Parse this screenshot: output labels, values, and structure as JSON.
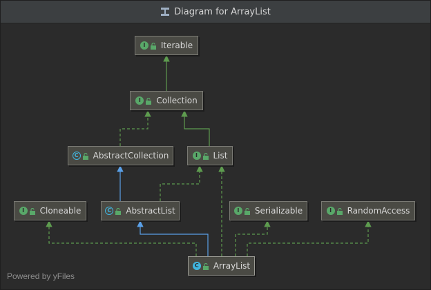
{
  "window": {
    "title": "Diagram for ArrayList",
    "title_icon": "diagram-icon"
  },
  "nodes": {
    "iterable": {
      "label": "Iterable",
      "kind": "interface"
    },
    "collection": {
      "label": "Collection",
      "kind": "interface"
    },
    "abstract_collection": {
      "label": "AbstractCollection",
      "kind": "abstract-class"
    },
    "list": {
      "label": "List",
      "kind": "interface"
    },
    "cloneable": {
      "label": "Cloneable",
      "kind": "interface"
    },
    "abstract_list": {
      "label": "AbstractList",
      "kind": "abstract-class"
    },
    "serializable": {
      "label": "Serializable",
      "kind": "interface"
    },
    "random_access": {
      "label": "RandomAccess",
      "kind": "interface"
    },
    "array_list": {
      "label": "ArrayList",
      "kind": "class"
    }
  },
  "edges": [
    {
      "from": "collection",
      "to": "iterable",
      "type": "extends-interface"
    },
    {
      "from": "abstract_collection",
      "to": "collection",
      "type": "implements"
    },
    {
      "from": "list",
      "to": "collection",
      "type": "extends-interface"
    },
    {
      "from": "abstract_list",
      "to": "abstract_collection",
      "type": "extends-class"
    },
    {
      "from": "abstract_list",
      "to": "list",
      "type": "implements"
    },
    {
      "from": "array_list",
      "to": "abstract_list",
      "type": "extends-class"
    },
    {
      "from": "array_list",
      "to": "list",
      "type": "implements"
    },
    {
      "from": "array_list",
      "to": "cloneable",
      "type": "implements"
    },
    {
      "from": "array_list",
      "to": "serializable",
      "type": "implements"
    },
    {
      "from": "array_list",
      "to": "random_access",
      "type": "implements"
    }
  ],
  "colors": {
    "interface_edge": "#5e9c4f",
    "class_edge": "#5aa0e8",
    "interface_badge": "#59a869",
    "class_badge": "#40b6e0",
    "lock": "#59a869"
  },
  "kind_letters": {
    "interface": "I",
    "class": "C",
    "abstract-class": "C"
  },
  "watermark": "Powered by yFiles"
}
